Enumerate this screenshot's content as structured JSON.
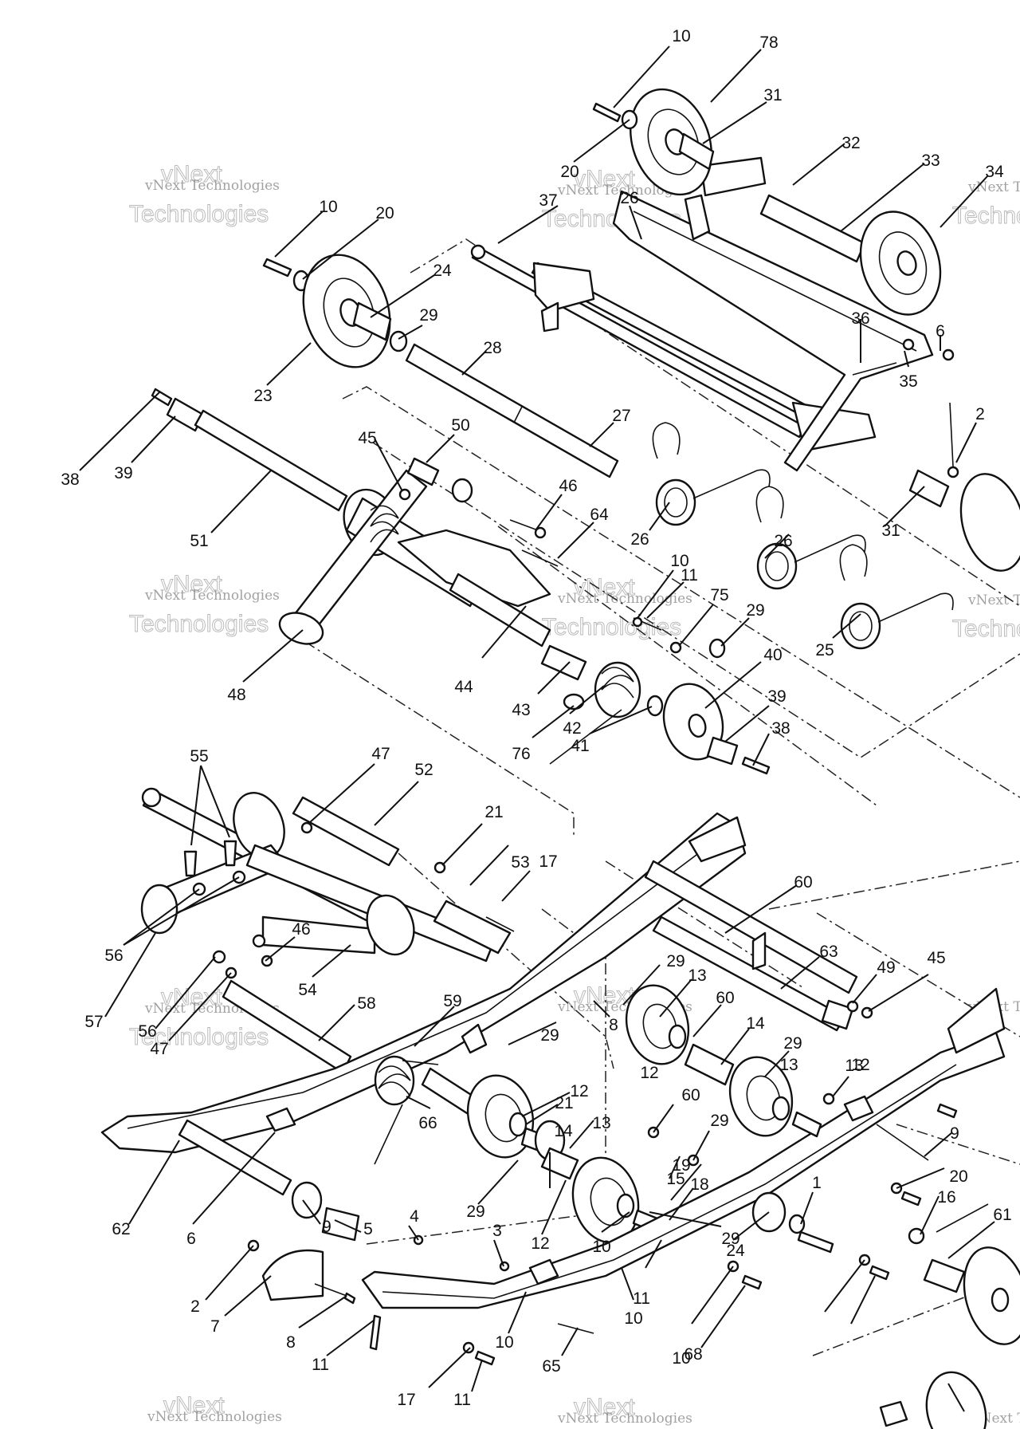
{
  "watermark": {
    "line1": "vNext Technologies",
    "line2": "vNext",
    "line3": "Technologies"
  },
  "callouts": [
    "10",
    "78",
    "31",
    "20",
    "32",
    "33",
    "34",
    "37",
    "26",
    "10",
    "20",
    "24",
    "29",
    "23",
    "28",
    "36",
    "6",
    "35",
    "2",
    "38",
    "39",
    "27",
    "45",
    "50",
    "46",
    "64",
    "26",
    "31",
    "26",
    "51",
    "10",
    "11",
    "75",
    "29",
    "48",
    "44",
    "43",
    "42",
    "40",
    "39",
    "38",
    "76",
    "41",
    "25",
    "55",
    "47",
    "52",
    "21",
    "53",
    "17",
    "60",
    "63",
    "49",
    "45",
    "56",
    "46",
    "57",
    "54",
    "56",
    "47",
    "58",
    "59",
    "29",
    "13",
    "60",
    "14",
    "29",
    "13",
    "12",
    "13",
    "12",
    "9",
    "8",
    "29",
    "66",
    "21",
    "12",
    "60",
    "29",
    "15",
    "14",
    "13",
    "29",
    "12",
    "10",
    "18",
    "19",
    "20",
    "29",
    "24",
    "1",
    "16",
    "61",
    "62",
    "6",
    "9",
    "5",
    "4",
    "3",
    "2",
    "7",
    "8",
    "11",
    "10",
    "65",
    "11",
    "10",
    "17",
    "11",
    "10",
    "68"
  ]
}
